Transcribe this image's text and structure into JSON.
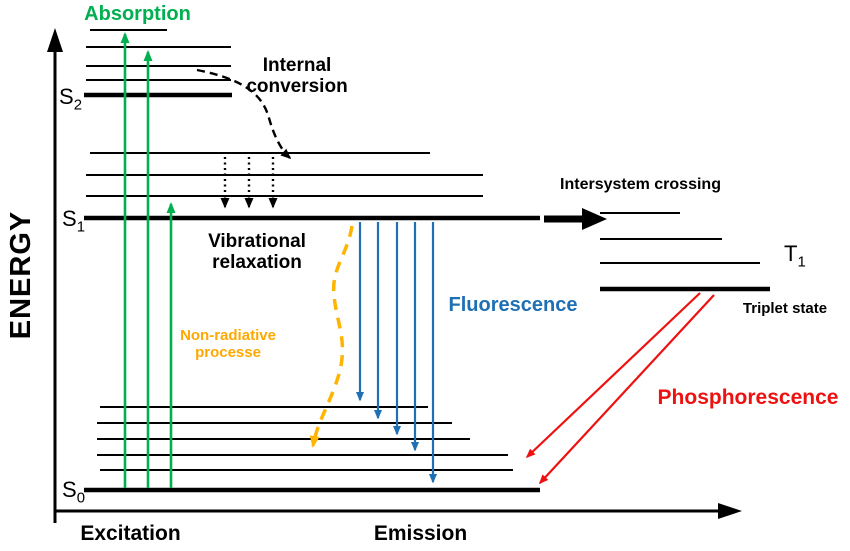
{
  "axis": {
    "y_label": "ENERGY",
    "x_left_label": "Excitation",
    "x_right_label": "Emission"
  },
  "states": {
    "s2": {
      "base": "S",
      "sub": "2"
    },
    "s1": {
      "base": "S",
      "sub": "1"
    },
    "s0": {
      "base": "S",
      "sub": "0"
    },
    "t1": {
      "base": "T",
      "sub": "1"
    }
  },
  "processes": {
    "absorption": "Absorption",
    "internal_conversion": "Internal conversion",
    "vibrational_relaxation": "Vibrational relaxation",
    "intersystem_crossing": "Intersystem crossing",
    "fluorescence": "Fluorescence",
    "non_radiative": "Non-radiative processe",
    "phosphorescence": "Phosphorescence",
    "triplet_state": "Triplet state"
  },
  "colors": {
    "absorption_green": "#00B050",
    "fluorescence_blue": "#1F6FB5",
    "phosphorescence_red": "#EE1111",
    "non_radiative_orange": "#FFB400",
    "diagram_black": "#000000"
  }
}
